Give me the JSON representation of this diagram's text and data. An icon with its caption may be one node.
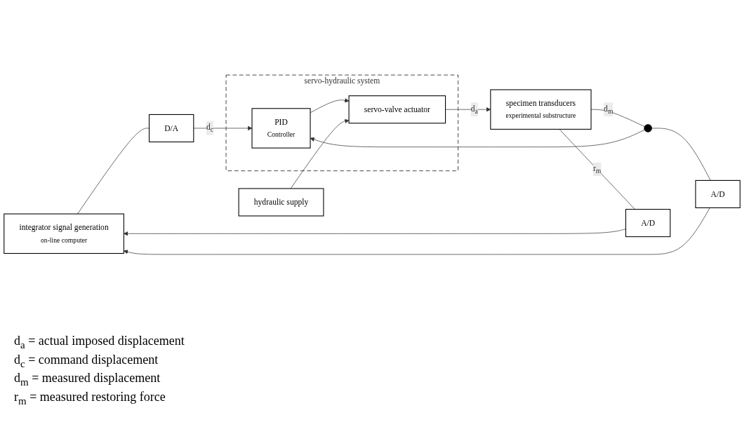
{
  "diagram": {
    "nodes": [
      {
        "text": [
          "integrator signal generation",
          "on-line computer"
        ]
      },
      {
        "text": [
          "D/A"
        ]
      },
      {
        "text": [
          "servo-hydraulic system"
        ]
      },
      {
        "text": [
          "PID",
          "Controller"
        ],
        "in": 2
      },
      {
        "text": [
          "servo-valve actuator"
        ],
        "in": 2
      },
      {
        "text": [
          "hydraulic supply"
        ]
      },
      {
        "text": [
          "A/D"
        ]
      },
      {
        "text": [],
        "shape": "circle"
      },
      {
        "text": [
          "specimen transducers",
          "experimental substructure"
        ]
      },
      {
        "text": [
          "A/D"
        ]
      }
    ],
    "edges": [
      {
        "from": 0,
        "to": 1,
        "arrow": "none"
      },
      {
        "from": 1,
        "to": 3,
        "arrow": "to",
        "label": "d$_{c}$"
      },
      {
        "from": 3,
        "to": 4,
        "arrow": "to"
      },
      {
        "from": 5,
        "to": 4,
        "arrow": "to"
      },
      {
        "from": 4,
        "to": 8,
        "arrow": "to",
        "label": "d$_{a}$"
      },
      {
        "from": 8,
        "to": 7,
        "arrow": "none",
        "label": "d$_{m}$"
      },
      {
        "from": 7,
        "to": 3,
        "arrow": "to"
      },
      {
        "from": 7,
        "to": 6,
        "arrow": "none"
      },
      {
        "from": 6,
        "to": 0,
        "arrow": "to"
      },
      {
        "from": 8,
        "to": 9,
        "arrow": "none",
        "label": "r$_{m}$"
      },
      {
        "from": 9,
        "to": 0,
        "arrow": "to"
      }
    ],
    "labels": [
      "d$_{a}$ = actual imposed displacement",
      "d$_{c}$ = command displacement",
      "d$_{m}$ = measured displacement",
      "r$_{m}$ = measured restoring force"
    ]
  }
}
